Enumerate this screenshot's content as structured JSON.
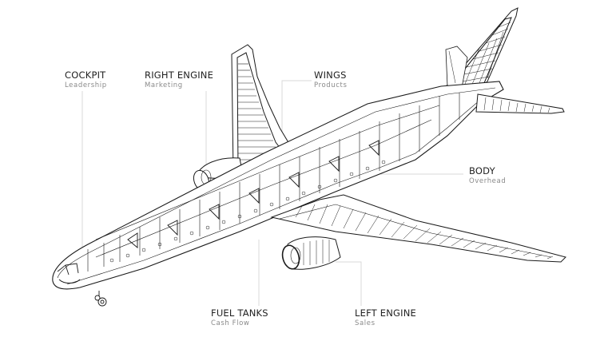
{
  "diagram": {
    "subject": "airplane-cutaway",
    "colors": {
      "background": "#ffffff",
      "line_art": "#1a1a1a",
      "leader_line": "#d8d8d8",
      "label_title": "#222222",
      "label_subtitle": "#8a8a8a"
    },
    "callouts": [
      {
        "id": "cockpit",
        "title": "COCKPIT",
        "subtitle": "Leadership"
      },
      {
        "id": "right-engine",
        "title": "RIGHT ENGINE",
        "subtitle": "Marketing"
      },
      {
        "id": "wings",
        "title": "WINGS",
        "subtitle": "Products"
      },
      {
        "id": "body",
        "title": "BODY",
        "subtitle": "Overhead"
      },
      {
        "id": "fuel-tanks",
        "title": "FUEL TANKS",
        "subtitle": "Cash Flow"
      },
      {
        "id": "left-engine",
        "title": "LEFT ENGINE",
        "subtitle": "Sales"
      }
    ]
  }
}
